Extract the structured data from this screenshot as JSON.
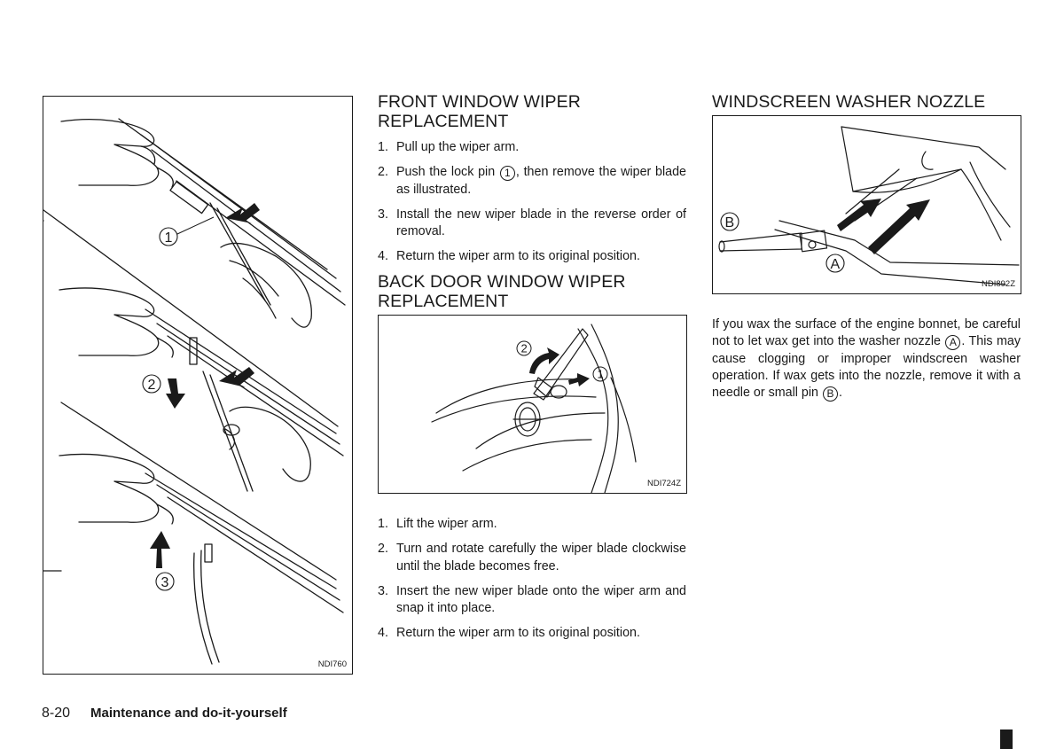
{
  "left_figure": {
    "code": "NDI760",
    "callouts": [
      "1",
      "2",
      "3"
    ]
  },
  "front": {
    "heading_line1": "FRONT WINDOW WIPER",
    "heading_line2": "REPLACEMENT",
    "steps": [
      {
        "num": "1.",
        "text": "Pull up the wiper arm."
      },
      {
        "num": "2.",
        "pre": "Push the lock pin ",
        "ref": "1",
        "post": ", then remove the wiper blade as illustrated."
      },
      {
        "num": "3.",
        "text": "Install the new wiper blade in the reverse order of removal."
      },
      {
        "num": "4.",
        "text": "Return the wiper arm to its original position."
      }
    ]
  },
  "back": {
    "heading_line1": "BACK DOOR WINDOW WIPER",
    "heading_line2": "REPLACEMENT",
    "figure": {
      "code": "NDI724Z",
      "callouts": [
        "1",
        "2"
      ]
    },
    "steps": [
      {
        "num": "1.",
        "text": "Lift the wiper arm."
      },
      {
        "num": "2.",
        "text": "Turn and rotate carefully the wiper blade clockwise until the blade becomes free."
      },
      {
        "num": "3.",
        "text": "Insert the new wiper blade onto the wiper arm and snap it into place."
      },
      {
        "num": "4.",
        "text": "Return the wiper arm to its original position."
      }
    ]
  },
  "washer": {
    "heading": "WINDSCREEN WASHER NOZZLE",
    "figure": {
      "code": "NDI892Z",
      "callouts": [
        "A",
        "B"
      ]
    },
    "para": {
      "p1": "If you wax the surface of the engine bonnet, be careful not to let wax get into the washer nozzle ",
      "refA": "A",
      "p2": ". This may cause clogging or improper windscreen washer operation. If wax gets into the nozzle, remove it with a needle or small pin ",
      "refB": "B",
      "p3": "."
    }
  },
  "footer": {
    "page": "8-20",
    "section": "Maintenance and do-it-yourself"
  }
}
